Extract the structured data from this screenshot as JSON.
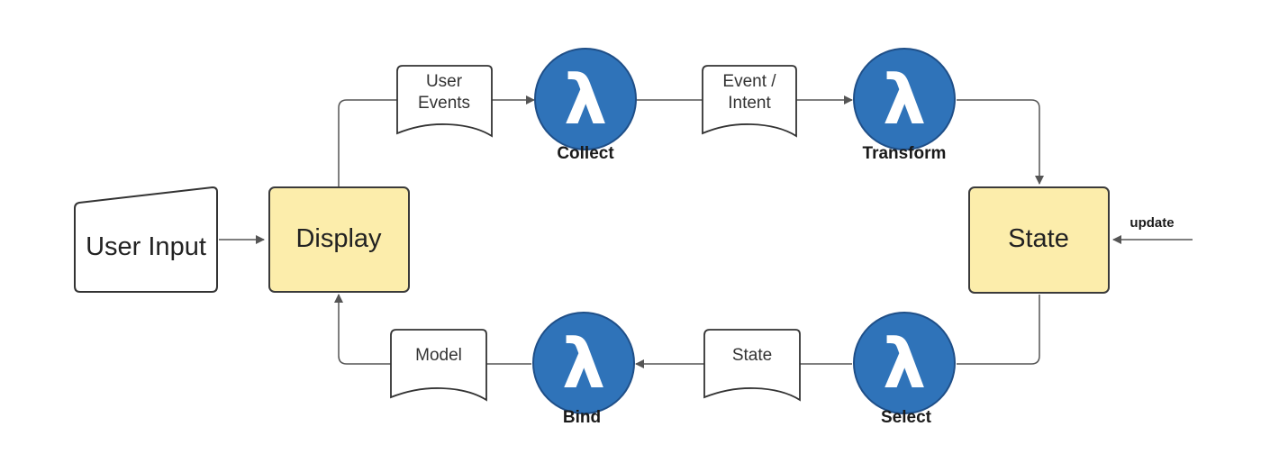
{
  "diagram": {
    "user_input": "User Input",
    "display": "Display",
    "state": "State",
    "lambda_symbol": "λ",
    "functions": {
      "collect": "Collect",
      "transform": "Transform",
      "select": "Select",
      "bind": "Bind"
    },
    "documents": {
      "user_events": [
        "User",
        "Events"
      ],
      "event_intent": [
        "Event /",
        "Intent"
      ],
      "state_doc": "State",
      "model": "Model"
    },
    "update_label": "update"
  },
  "colors": {
    "process_fill": "#fcedab",
    "process_stroke": "#3a3a3a",
    "lambda_fill": "#2f73b9",
    "lambda_stroke": "#1f4f88",
    "line": "#555555"
  }
}
